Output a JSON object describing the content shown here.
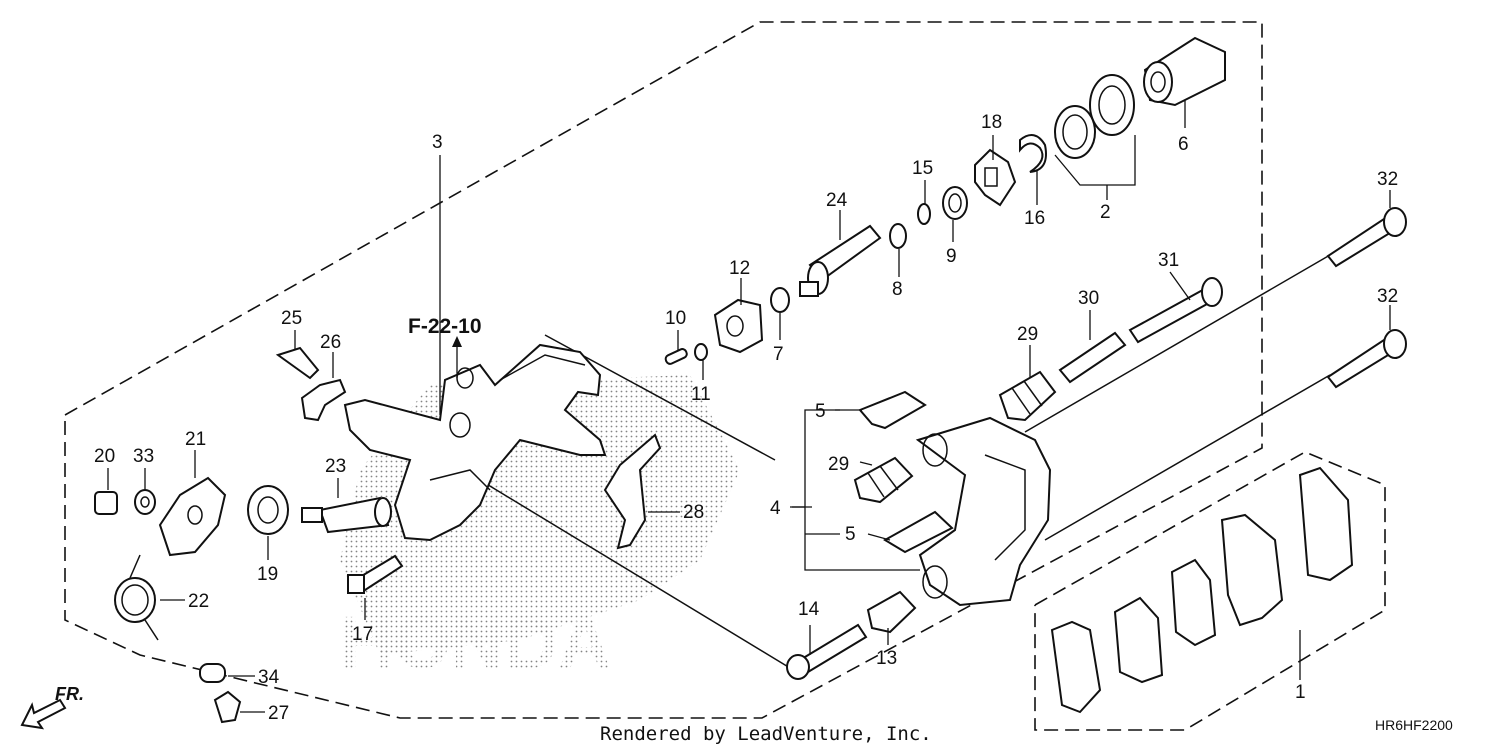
{
  "diagram": {
    "reference": "F-22-10",
    "diagram_code": "HR6HF2200",
    "credit": "Rendered by LeadVenture, Inc.",
    "direction": "FR.",
    "watermark": "HONDA",
    "labels": {
      "p1": "1",
      "p2": "2",
      "p3": "3",
      "p4": "4",
      "p5a": "5",
      "p5b": "5",
      "p6": "6",
      "p7": "7",
      "p8": "8",
      "p9": "9",
      "p10": "10",
      "p11": "11",
      "p12": "12",
      "p13": "13",
      "p14": "14",
      "p15": "15",
      "p16": "16",
      "p17": "17",
      "p18": "18",
      "p19": "19",
      "p20": "20",
      "p21": "21",
      "p22": "22",
      "p23": "23",
      "p24": "24",
      "p25": "25",
      "p26": "26",
      "p27": "27",
      "p28": "28",
      "p29a": "29",
      "p29b": "29",
      "p30": "30",
      "p31": "31",
      "p32a": "32",
      "p32b": "32",
      "p33": "33",
      "p34": "34"
    }
  }
}
